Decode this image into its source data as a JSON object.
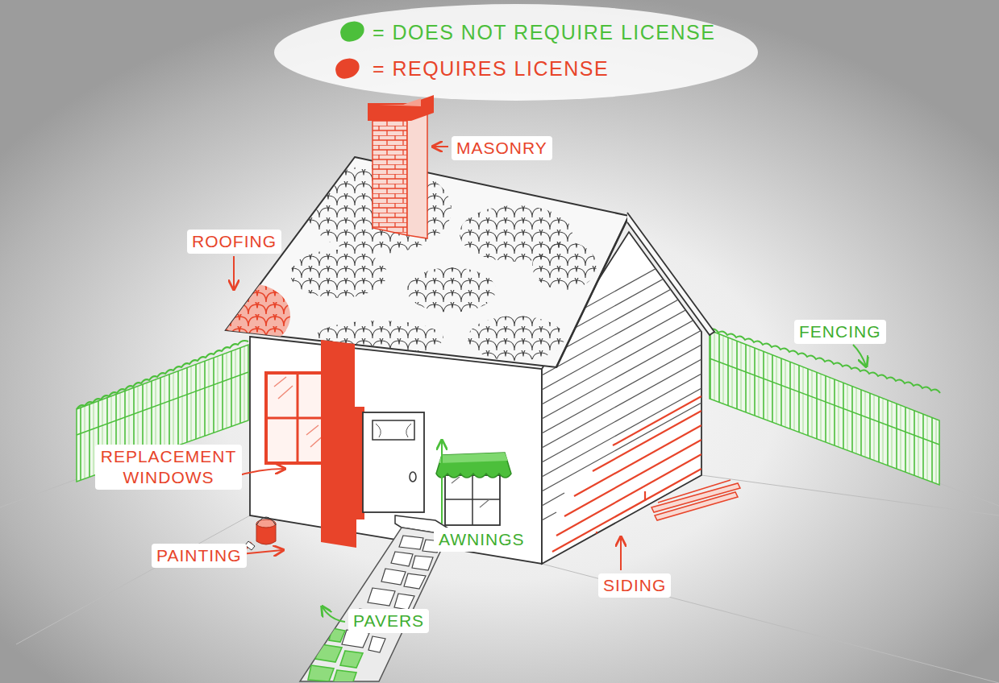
{
  "diagram": {
    "labels": [
      "MASONRY",
      "ROOFING",
      "FENCING",
      "REPLACEMENT WINDOWS",
      "PAINTING",
      "AWNINGS",
      "PAVERS",
      "SIDING"
    ],
    "legend": [
      {
        "text": "= DOES NOT REQUIRE LICENSE",
        "color": "#4cbf3b"
      },
      {
        "text": "= REQUIRES LICENSE",
        "color": "#e8442a"
      }
    ]
  }
}
